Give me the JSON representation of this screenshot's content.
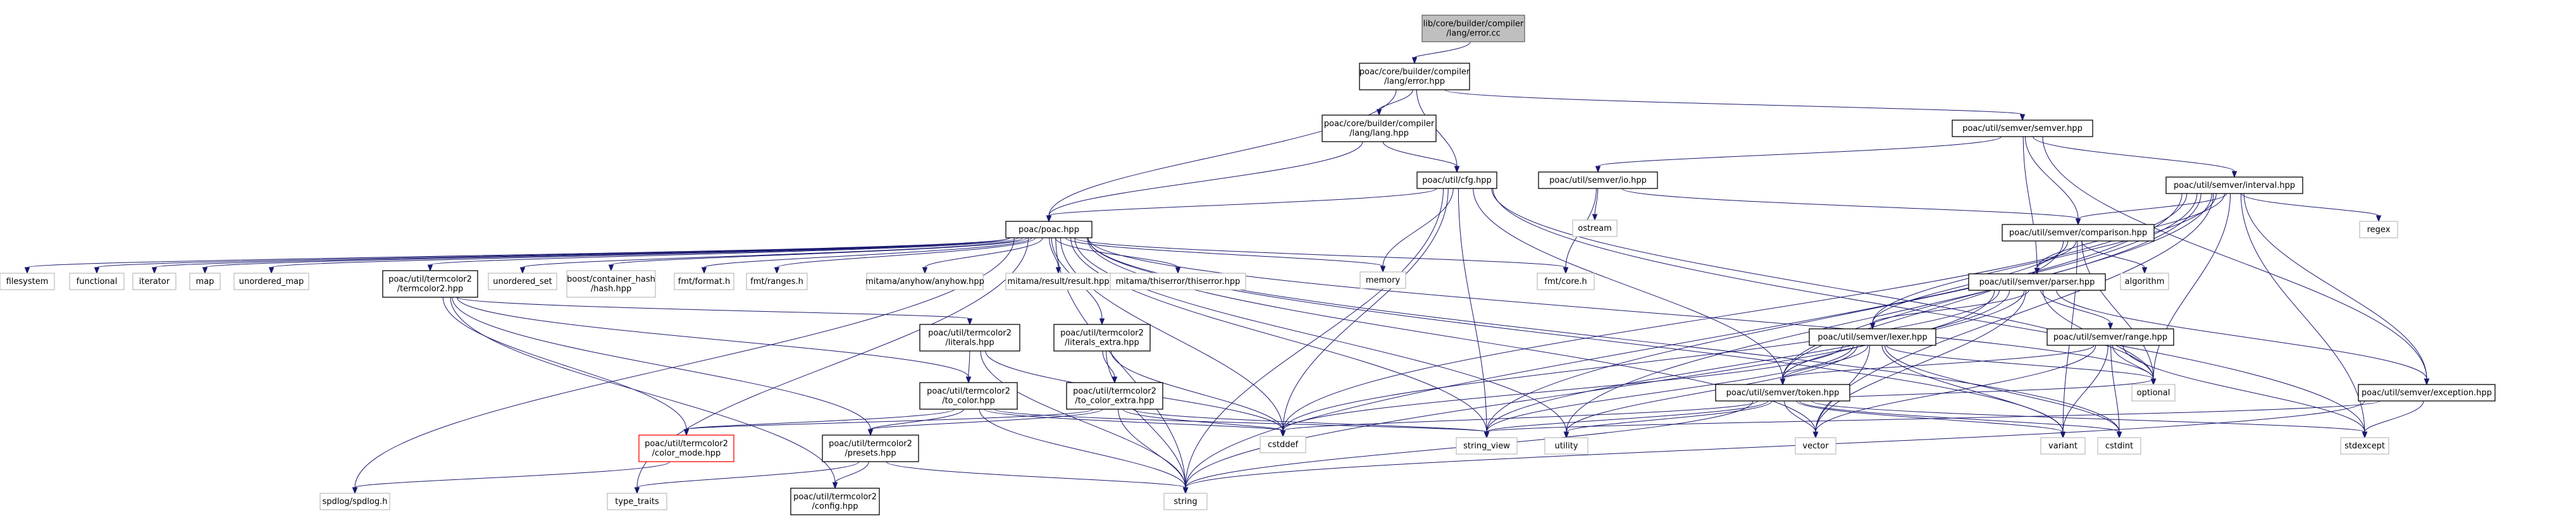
{
  "graph": {
    "colors": {
      "edge": "#191970",
      "node_border": "#000000",
      "node_fill": "#ffffff",
      "root_fill": "#bfbfbf",
      "root_border": "#666666",
      "incomplete_border": "#ff0000",
      "external_border": "#bfbfbf"
    },
    "nodes": [
      {
        "id": "root",
        "style": "root",
        "label": [
          "lib/core/builder/compiler",
          "/lang/error.cc"
        ]
      },
      {
        "id": "error_hpp",
        "label": [
          "poac/core/builder/compiler",
          "/lang/error.hpp"
        ]
      },
      {
        "id": "lang_hpp",
        "label": [
          "poac/core/builder/compiler",
          "/lang/lang.hpp"
        ]
      },
      {
        "id": "semver_hpp",
        "label": [
          "poac/util/semver/semver.hpp"
        ]
      },
      {
        "id": "cfg_hpp",
        "label": [
          "poac/util/cfg.hpp"
        ]
      },
      {
        "id": "io_hpp",
        "label": [
          "poac/util/semver/io.hpp"
        ]
      },
      {
        "id": "interval_hpp",
        "label": [
          "poac/util/semver/interval.hpp"
        ]
      },
      {
        "id": "poac_hpp",
        "label": [
          "poac/poac.hpp"
        ]
      },
      {
        "id": "ostream",
        "style": "external",
        "label": [
          "ostream"
        ]
      },
      {
        "id": "comparison_hpp",
        "label": [
          "poac/util/semver/comparison.hpp"
        ]
      },
      {
        "id": "regex",
        "style": "external",
        "label": [
          "regex"
        ]
      },
      {
        "id": "filesystem",
        "style": "external",
        "label": [
          "filesystem"
        ]
      },
      {
        "id": "functional",
        "style": "external",
        "label": [
          "functional"
        ]
      },
      {
        "id": "iterator",
        "style": "external",
        "label": [
          "iterator"
        ]
      },
      {
        "id": "map",
        "style": "external",
        "label": [
          "map"
        ]
      },
      {
        "id": "unordered_map",
        "style": "external",
        "label": [
          "unordered_map"
        ]
      },
      {
        "id": "termcolor2_hpp",
        "label": [
          "poac/util/termcolor2",
          "/termcolor2.hpp"
        ]
      },
      {
        "id": "unordered_set",
        "style": "external",
        "label": [
          "unordered_set"
        ]
      },
      {
        "id": "boost_hash",
        "style": "external",
        "label": [
          "boost/container_hash",
          "/hash.hpp"
        ]
      },
      {
        "id": "fmt_format",
        "style": "external",
        "label": [
          "fmt/format.h"
        ]
      },
      {
        "id": "fmt_ranges",
        "style": "external",
        "label": [
          "fmt/ranges.h"
        ]
      },
      {
        "id": "anyhow",
        "style": "external",
        "label": [
          "mitama/anyhow/anyhow.hpp"
        ]
      },
      {
        "id": "result",
        "style": "external",
        "label": [
          "mitama/result/result.hpp"
        ]
      },
      {
        "id": "thiserror",
        "style": "external",
        "label": [
          "mitama/thiserror/thiserror.hpp"
        ]
      },
      {
        "id": "memory",
        "style": "external",
        "label": [
          "memory"
        ]
      },
      {
        "id": "fmt_core",
        "style": "external",
        "label": [
          "fmt/core.h"
        ]
      },
      {
        "id": "algorithm",
        "style": "external",
        "label": [
          "algorithm"
        ]
      },
      {
        "id": "parser_hpp",
        "label": [
          "poac/util/semver/parser.hpp"
        ]
      },
      {
        "id": "literals_hpp",
        "label": [
          "poac/util/termcolor2",
          "/literals.hpp"
        ]
      },
      {
        "id": "literals_extra_hpp",
        "label": [
          "poac/util/termcolor2",
          "/literals_extra.hpp"
        ]
      },
      {
        "id": "lexer_hpp",
        "label": [
          "poac/util/semver/lexer.hpp"
        ]
      },
      {
        "id": "range_hpp",
        "label": [
          "poac/util/semver/range.hpp"
        ]
      },
      {
        "id": "to_color_hpp",
        "label": [
          "poac/util/termcolor2",
          "/to_color.hpp"
        ]
      },
      {
        "id": "to_color_extra_hpp",
        "label": [
          "poac/util/termcolor2",
          "/to_color_extra.hpp"
        ]
      },
      {
        "id": "optional",
        "style": "external",
        "label": [
          "optional"
        ]
      },
      {
        "id": "token_hpp",
        "label": [
          "poac/util/semver/token.hpp"
        ]
      },
      {
        "id": "exception_hpp",
        "label": [
          "poac/util/semver/exception.hpp"
        ]
      },
      {
        "id": "color_mode_hpp",
        "style": "incomplete",
        "label": [
          "poac/util/termcolor2",
          "/color_mode.hpp"
        ]
      },
      {
        "id": "presets_hpp",
        "label": [
          "poac/util/termcolor2",
          "/presets.hpp"
        ]
      },
      {
        "id": "cstddef",
        "style": "external",
        "label": [
          "cstddef"
        ]
      },
      {
        "id": "string_view",
        "style": "external",
        "label": [
          "string_view"
        ]
      },
      {
        "id": "utility",
        "style": "external",
        "label": [
          "utility"
        ]
      },
      {
        "id": "vector",
        "style": "external",
        "label": [
          "vector"
        ]
      },
      {
        "id": "variant",
        "style": "external",
        "label": [
          "variant"
        ]
      },
      {
        "id": "cstdint",
        "style": "external",
        "label": [
          "cstdint"
        ]
      },
      {
        "id": "stdexcept",
        "style": "external",
        "label": [
          "stdexcept"
        ]
      },
      {
        "id": "spdlog",
        "style": "external",
        "label": [
          "spdlog/spdlog.h"
        ]
      },
      {
        "id": "type_traits",
        "style": "external",
        "label": [
          "type_traits"
        ]
      },
      {
        "id": "config_hpp",
        "label": [
          "poac/util/termcolor2",
          "/config.hpp"
        ]
      },
      {
        "id": "string",
        "style": "external",
        "label": [
          "string"
        ]
      }
    ],
    "edges": [
      [
        "root",
        "error_hpp"
      ],
      [
        "error_hpp",
        "lang_hpp"
      ],
      [
        "error_hpp",
        "poac_hpp"
      ],
      [
        "error_hpp",
        "cfg_hpp"
      ],
      [
        "error_hpp",
        "semver_hpp"
      ],
      [
        "lang_hpp",
        "poac_hpp"
      ],
      [
        "lang_hpp",
        "cfg_hpp"
      ],
      [
        "semver_hpp",
        "io_hpp"
      ],
      [
        "semver_hpp",
        "interval_hpp"
      ],
      [
        "semver_hpp",
        "comparison_hpp"
      ],
      [
        "semver_hpp",
        "parser_hpp"
      ],
      [
        "semver_hpp",
        "exception_hpp"
      ],
      [
        "cfg_hpp",
        "poac_hpp"
      ],
      [
        "cfg_hpp",
        "memory"
      ],
      [
        "cfg_hpp",
        "cstddef"
      ],
      [
        "cfg_hpp",
        "string"
      ],
      [
        "cfg_hpp",
        "string_view"
      ],
      [
        "cfg_hpp",
        "optional"
      ],
      [
        "cfg_hpp",
        "stdexcept"
      ],
      [
        "cfg_hpp",
        "token_hpp"
      ],
      [
        "io_hpp",
        "ostream"
      ],
      [
        "io_hpp",
        "comparison_hpp"
      ],
      [
        "io_hpp",
        "fmt_core"
      ],
      [
        "interval_hpp",
        "comparison_hpp"
      ],
      [
        "interval_hpp",
        "regex"
      ],
      [
        "interval_hpp",
        "parser_hpp"
      ],
      [
        "interval_hpp",
        "exception_hpp"
      ],
      [
        "interval_hpp",
        "optional"
      ],
      [
        "interval_hpp",
        "string"
      ],
      [
        "interval_hpp",
        "stdexcept"
      ],
      [
        "interval_hpp",
        "vector"
      ],
      [
        "interval_hpp",
        "utility"
      ],
      [
        "interval_hpp",
        "string_view"
      ],
      [
        "interval_hpp",
        "lexer_hpp"
      ],
      [
        "interval_hpp",
        "token_hpp"
      ],
      [
        "interval_hpp",
        "cstddef"
      ],
      [
        "comparison_hpp",
        "algorithm"
      ],
      [
        "comparison_hpp",
        "parser_hpp"
      ],
      [
        "comparison_hpp",
        "token_hpp"
      ],
      [
        "comparison_hpp",
        "optional"
      ],
      [
        "comparison_hpp",
        "variant"
      ],
      [
        "comparison_hpp",
        "lexer_hpp"
      ],
      [
        "poac_hpp",
        "filesystem"
      ],
      [
        "poac_hpp",
        "functional"
      ],
      [
        "poac_hpp",
        "iterator"
      ],
      [
        "poac_hpp",
        "map"
      ],
      [
        "poac_hpp",
        "unordered_map"
      ],
      [
        "poac_hpp",
        "termcolor2_hpp"
      ],
      [
        "poac_hpp",
        "unordered_set"
      ],
      [
        "poac_hpp",
        "boost_hash"
      ],
      [
        "poac_hpp",
        "fmt_format"
      ],
      [
        "poac_hpp",
        "fmt_ranges"
      ],
      [
        "poac_hpp",
        "anyhow"
      ],
      [
        "poac_hpp",
        "result"
      ],
      [
        "poac_hpp",
        "thiserror"
      ],
      [
        "poac_hpp",
        "memory"
      ],
      [
        "poac_hpp",
        "fmt_core"
      ],
      [
        "poac_hpp",
        "literals_extra_hpp"
      ],
      [
        "poac_hpp",
        "spdlog"
      ],
      [
        "poac_hpp",
        "type_traits"
      ],
      [
        "poac_hpp",
        "string"
      ],
      [
        "poac_hpp",
        "cstddef"
      ],
      [
        "poac_hpp",
        "string_view"
      ],
      [
        "poac_hpp",
        "utility"
      ],
      [
        "poac_hpp",
        "vector"
      ],
      [
        "poac_hpp",
        "optional"
      ],
      [
        "poac_hpp",
        "variant"
      ],
      [
        "poac_hpp",
        "cstdint"
      ],
      [
        "termcolor2_hpp",
        "literals_hpp"
      ],
      [
        "termcolor2_hpp",
        "to_color_hpp"
      ],
      [
        "termcolor2_hpp",
        "color_mode_hpp"
      ],
      [
        "termcolor2_hpp",
        "presets_hpp"
      ],
      [
        "termcolor2_hpp",
        "config_hpp"
      ],
      [
        "parser_hpp",
        "lexer_hpp"
      ],
      [
        "parser_hpp",
        "range_hpp"
      ],
      [
        "parser_hpp",
        "token_hpp"
      ],
      [
        "parser_hpp",
        "exception_hpp"
      ],
      [
        "parser_hpp",
        "optional"
      ],
      [
        "parser_hpp",
        "cstddef"
      ],
      [
        "parser_hpp",
        "vector"
      ],
      [
        "parser_hpp",
        "string"
      ],
      [
        "parser_hpp",
        "string_view"
      ],
      [
        "literals_hpp",
        "to_color_hpp"
      ],
      [
        "literals_hpp",
        "cstddef"
      ],
      [
        "literals_hpp",
        "string"
      ],
      [
        "literals_extra_hpp",
        "to_color_extra_hpp"
      ],
      [
        "literals_extra_hpp",
        "cstddef"
      ],
      [
        "literals_extra_hpp",
        "string"
      ],
      [
        "lexer_hpp",
        "token_hpp"
      ],
      [
        "lexer_hpp",
        "cstddef"
      ],
      [
        "lexer_hpp",
        "string_view"
      ],
      [
        "lexer_hpp",
        "utility"
      ],
      [
        "lexer_hpp",
        "vector"
      ],
      [
        "lexer_hpp",
        "variant"
      ],
      [
        "lexer_hpp",
        "cstdint"
      ],
      [
        "lexer_hpp",
        "optional"
      ],
      [
        "range_hpp",
        "token_hpp"
      ],
      [
        "range_hpp",
        "optional"
      ],
      [
        "range_hpp",
        "vector"
      ],
      [
        "range_hpp",
        "variant"
      ],
      [
        "range_hpp",
        "cstdint"
      ],
      [
        "range_hpp",
        "stdexcept"
      ],
      [
        "to_color_hpp",
        "color_mode_hpp"
      ],
      [
        "to_color_hpp",
        "presets_hpp"
      ],
      [
        "to_color_hpp",
        "cstddef"
      ],
      [
        "to_color_hpp",
        "string"
      ],
      [
        "to_color_hpp",
        "string_view"
      ],
      [
        "to_color_extra_hpp",
        "color_mode_hpp"
      ],
      [
        "to_color_extra_hpp",
        "presets_hpp"
      ],
      [
        "to_color_extra_hpp",
        "cstddef"
      ],
      [
        "to_color_extra_hpp",
        "string"
      ],
      [
        "to_color_extra_hpp",
        "string_view"
      ],
      [
        "token_hpp",
        "cstddef"
      ],
      [
        "token_hpp",
        "string_view"
      ],
      [
        "token_hpp",
        "utility"
      ],
      [
        "token_hpp",
        "vector"
      ],
      [
        "token_hpp",
        "variant"
      ],
      [
        "token_hpp",
        "cstdint"
      ],
      [
        "token_hpp",
        "string"
      ],
      [
        "token_hpp",
        "optional"
      ],
      [
        "token_hpp",
        "stdexcept"
      ],
      [
        "exception_hpp",
        "stdexcept"
      ],
      [
        "exception_hpp",
        "string"
      ],
      [
        "exception_hpp",
        "string_view"
      ],
      [
        "color_mode_hpp",
        "spdlog"
      ],
      [
        "presets_hpp",
        "config_hpp"
      ],
      [
        "presets_hpp",
        "type_traits"
      ],
      [
        "presets_hpp",
        "string"
      ]
    ]
  }
}
